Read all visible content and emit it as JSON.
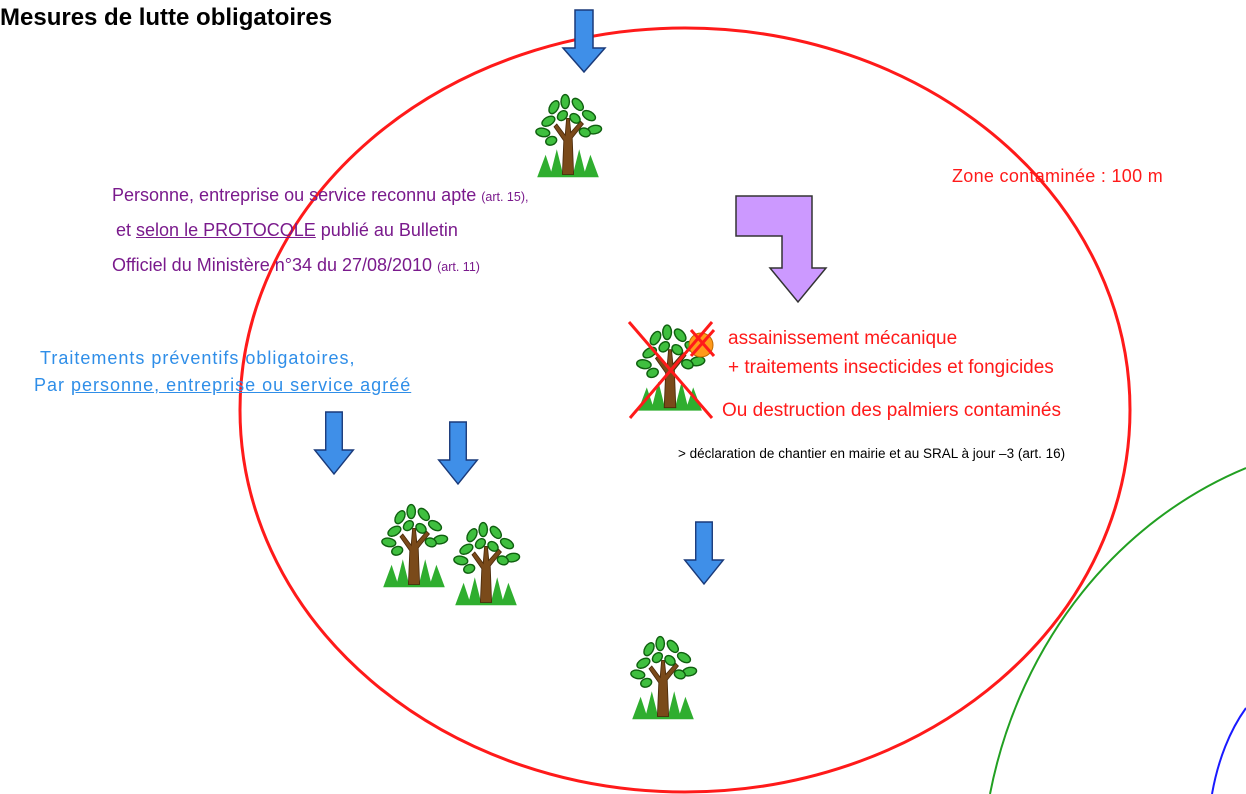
{
  "title": "Mesures de lutte obligatoires",
  "zone_label": "Zone contaminée : 100 m",
  "approved_block": {
    "line1_main": "Personne, entreprise ou service reconnu apte",
    "line1_ref": "(art. 15),",
    "line2_pre": "et",
    "line2_link": "selon le PROTOCOLE",
    "line2_post": "publié au Bulletin",
    "line3_main": "Officiel du Ministère n°34 du 27/08/2010",
    "line3_ref": "(art. 11)"
  },
  "preventive_block": {
    "line1": "Traitements préventifs obligatoires,",
    "line2_pre": "Par",
    "line2_link": "personne, entreprise ou service agréé"
  },
  "sanitation_block": {
    "line1": "assainissement mécanique",
    "line2": "+ traitements insecticides et fongicides",
    "line3": "Ou destruction des palmiers contaminés"
  },
  "declaration": "> déclaration de chantier en mairie et au SRAL à jour –3 (art. 16)",
  "icons": [
    "down-arrow-icon",
    "tree-icon",
    "bent-arrow-icon",
    "cross-icon"
  ],
  "colors": {
    "zone_circle": "#ff1a1a",
    "arrow_blue": "#3f8fe8",
    "arrow_purple": "#cc99ff",
    "outer_green": "#22a022",
    "outer_blue": "#1a1aff",
    "approved_text": "#7a1a8c",
    "preventive_text": "#2f8ee8"
  }
}
